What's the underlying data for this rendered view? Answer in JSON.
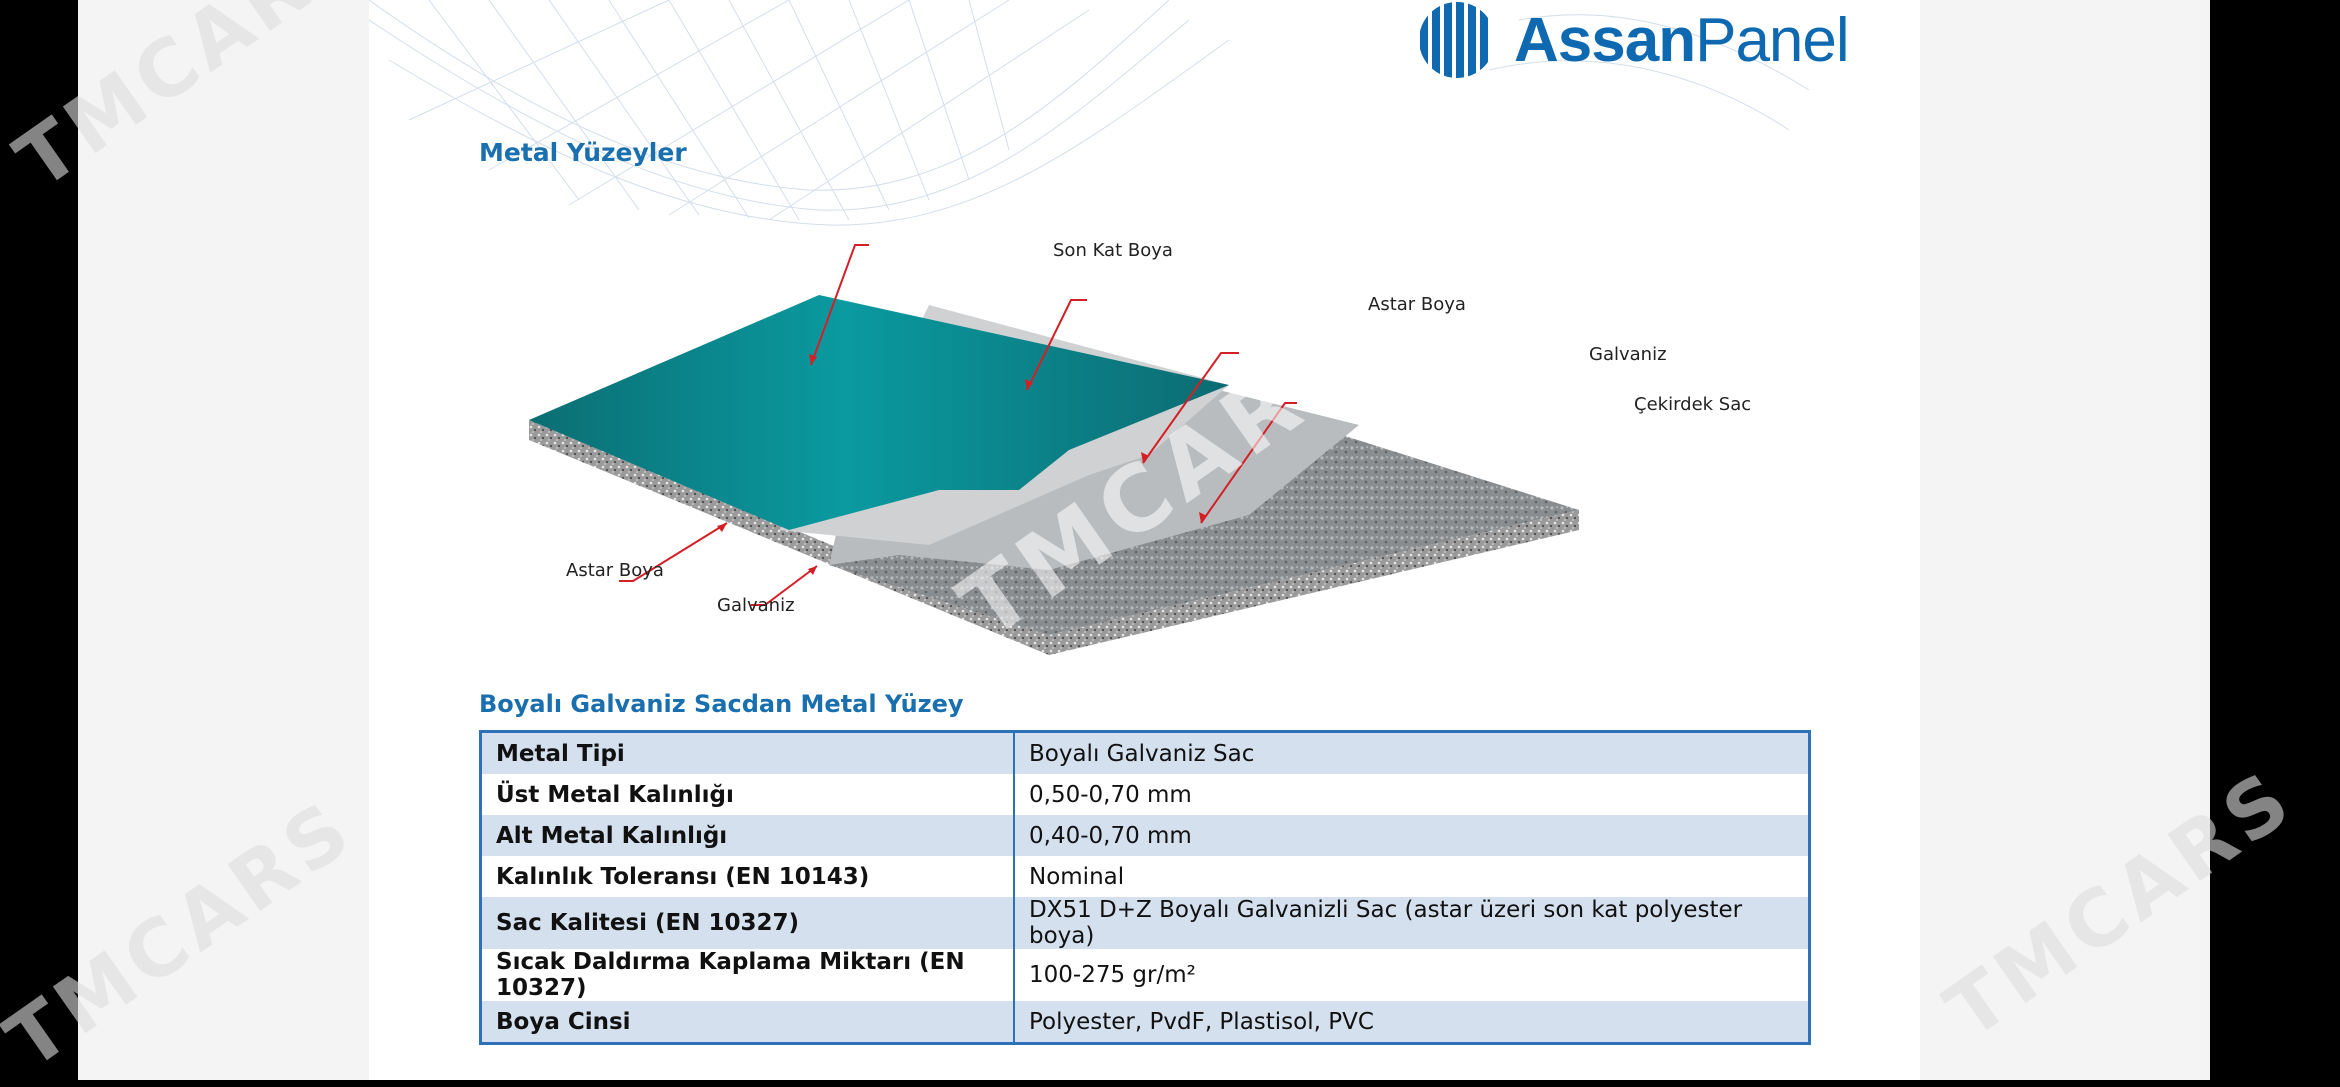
{
  "brand": {
    "name_bold": "Assan",
    "name_regular": "Panel"
  },
  "section_title": "Metal Yüzeyler",
  "diagram": {
    "callouts": {
      "top_coat": "Son Kat Boya",
      "primer_top": "Astar Boya",
      "galvanize_top": "Galvaniz",
      "core_steel": "Çekirdek Sac",
      "primer_bottom": "Astar Boya",
      "galvanize_bottom": "Galvaniz"
    }
  },
  "table_title": "Boyalı Galvaniz Sacdan Metal Yüzey",
  "spec_rows": [
    {
      "label": "Metal Tipi",
      "value": "Boyalı Galvaniz Sac"
    },
    {
      "label": "Üst Metal Kalınlığı",
      "value": "0,50-0,70 mm"
    },
    {
      "label": "Alt Metal Kalınlığı",
      "value": "0,40-0,70 mm"
    },
    {
      "label": "Kalınlık Toleransı (EN 10143)",
      "value": "Nominal"
    },
    {
      "label": "Sac Kalitesi (EN 10327)",
      "value": "DX51 D+Z Boyalı Galvanizli Sac (astar üzeri son kat polyester boya)"
    },
    {
      "label": "Sıcak Daldırma Kaplama Miktarı (EN 10327)",
      "value": "100-275 gr/m²"
    },
    {
      "label": "Boya Cinsi",
      "value": "Polyester, PvdF, Plastisol, PVC"
    }
  ],
  "watermark": "TMCARS"
}
